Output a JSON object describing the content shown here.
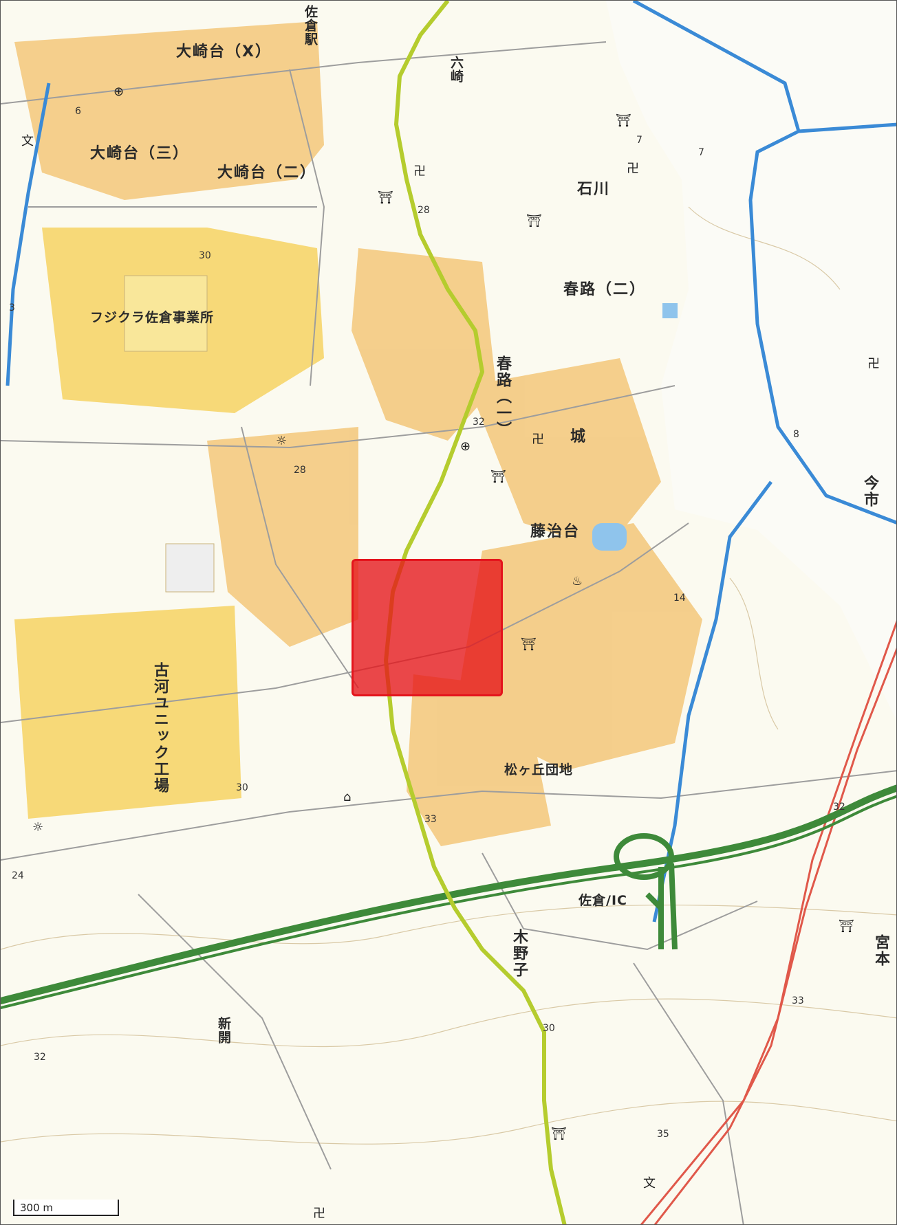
{
  "map": {
    "places": {
      "osakidai_x": "大崎台（X）",
      "sakura_station": "佐倉駅",
      "osakidai_3": "大崎台（三）",
      "osakidai_2": "大崎台（二）",
      "rokusaki": "六崎",
      "ishikawa": "石川",
      "fujikura": "フジクラ佐倉事業所",
      "haruji_2": "春路（二）",
      "haruji_1": "春路（一）",
      "castle": "城",
      "imaichi": "今市",
      "fujijidai": "藤治台",
      "furukawa": "古河ユニック工場",
      "matsugaoka": "松ヶ丘団地",
      "sakura_ic": "佐倉/IC",
      "kinoko": "木野子",
      "shinkai": "新開",
      "miyamoto": "宮本"
    },
    "elevations": [
      "6",
      "28",
      "30",
      "3",
      "32",
      "28",
      "14",
      "30",
      "33",
      "24",
      "32",
      "30",
      "33",
      "32",
      "7",
      "7",
      "8",
      "35"
    ],
    "scale_label": "300 m",
    "marker_color": "#e4141c",
    "route_color": "#b5cc2e",
    "expressway_color": "#3e8a3a",
    "railway_color": "#e0584a",
    "river_color": "#3a8ad6"
  }
}
